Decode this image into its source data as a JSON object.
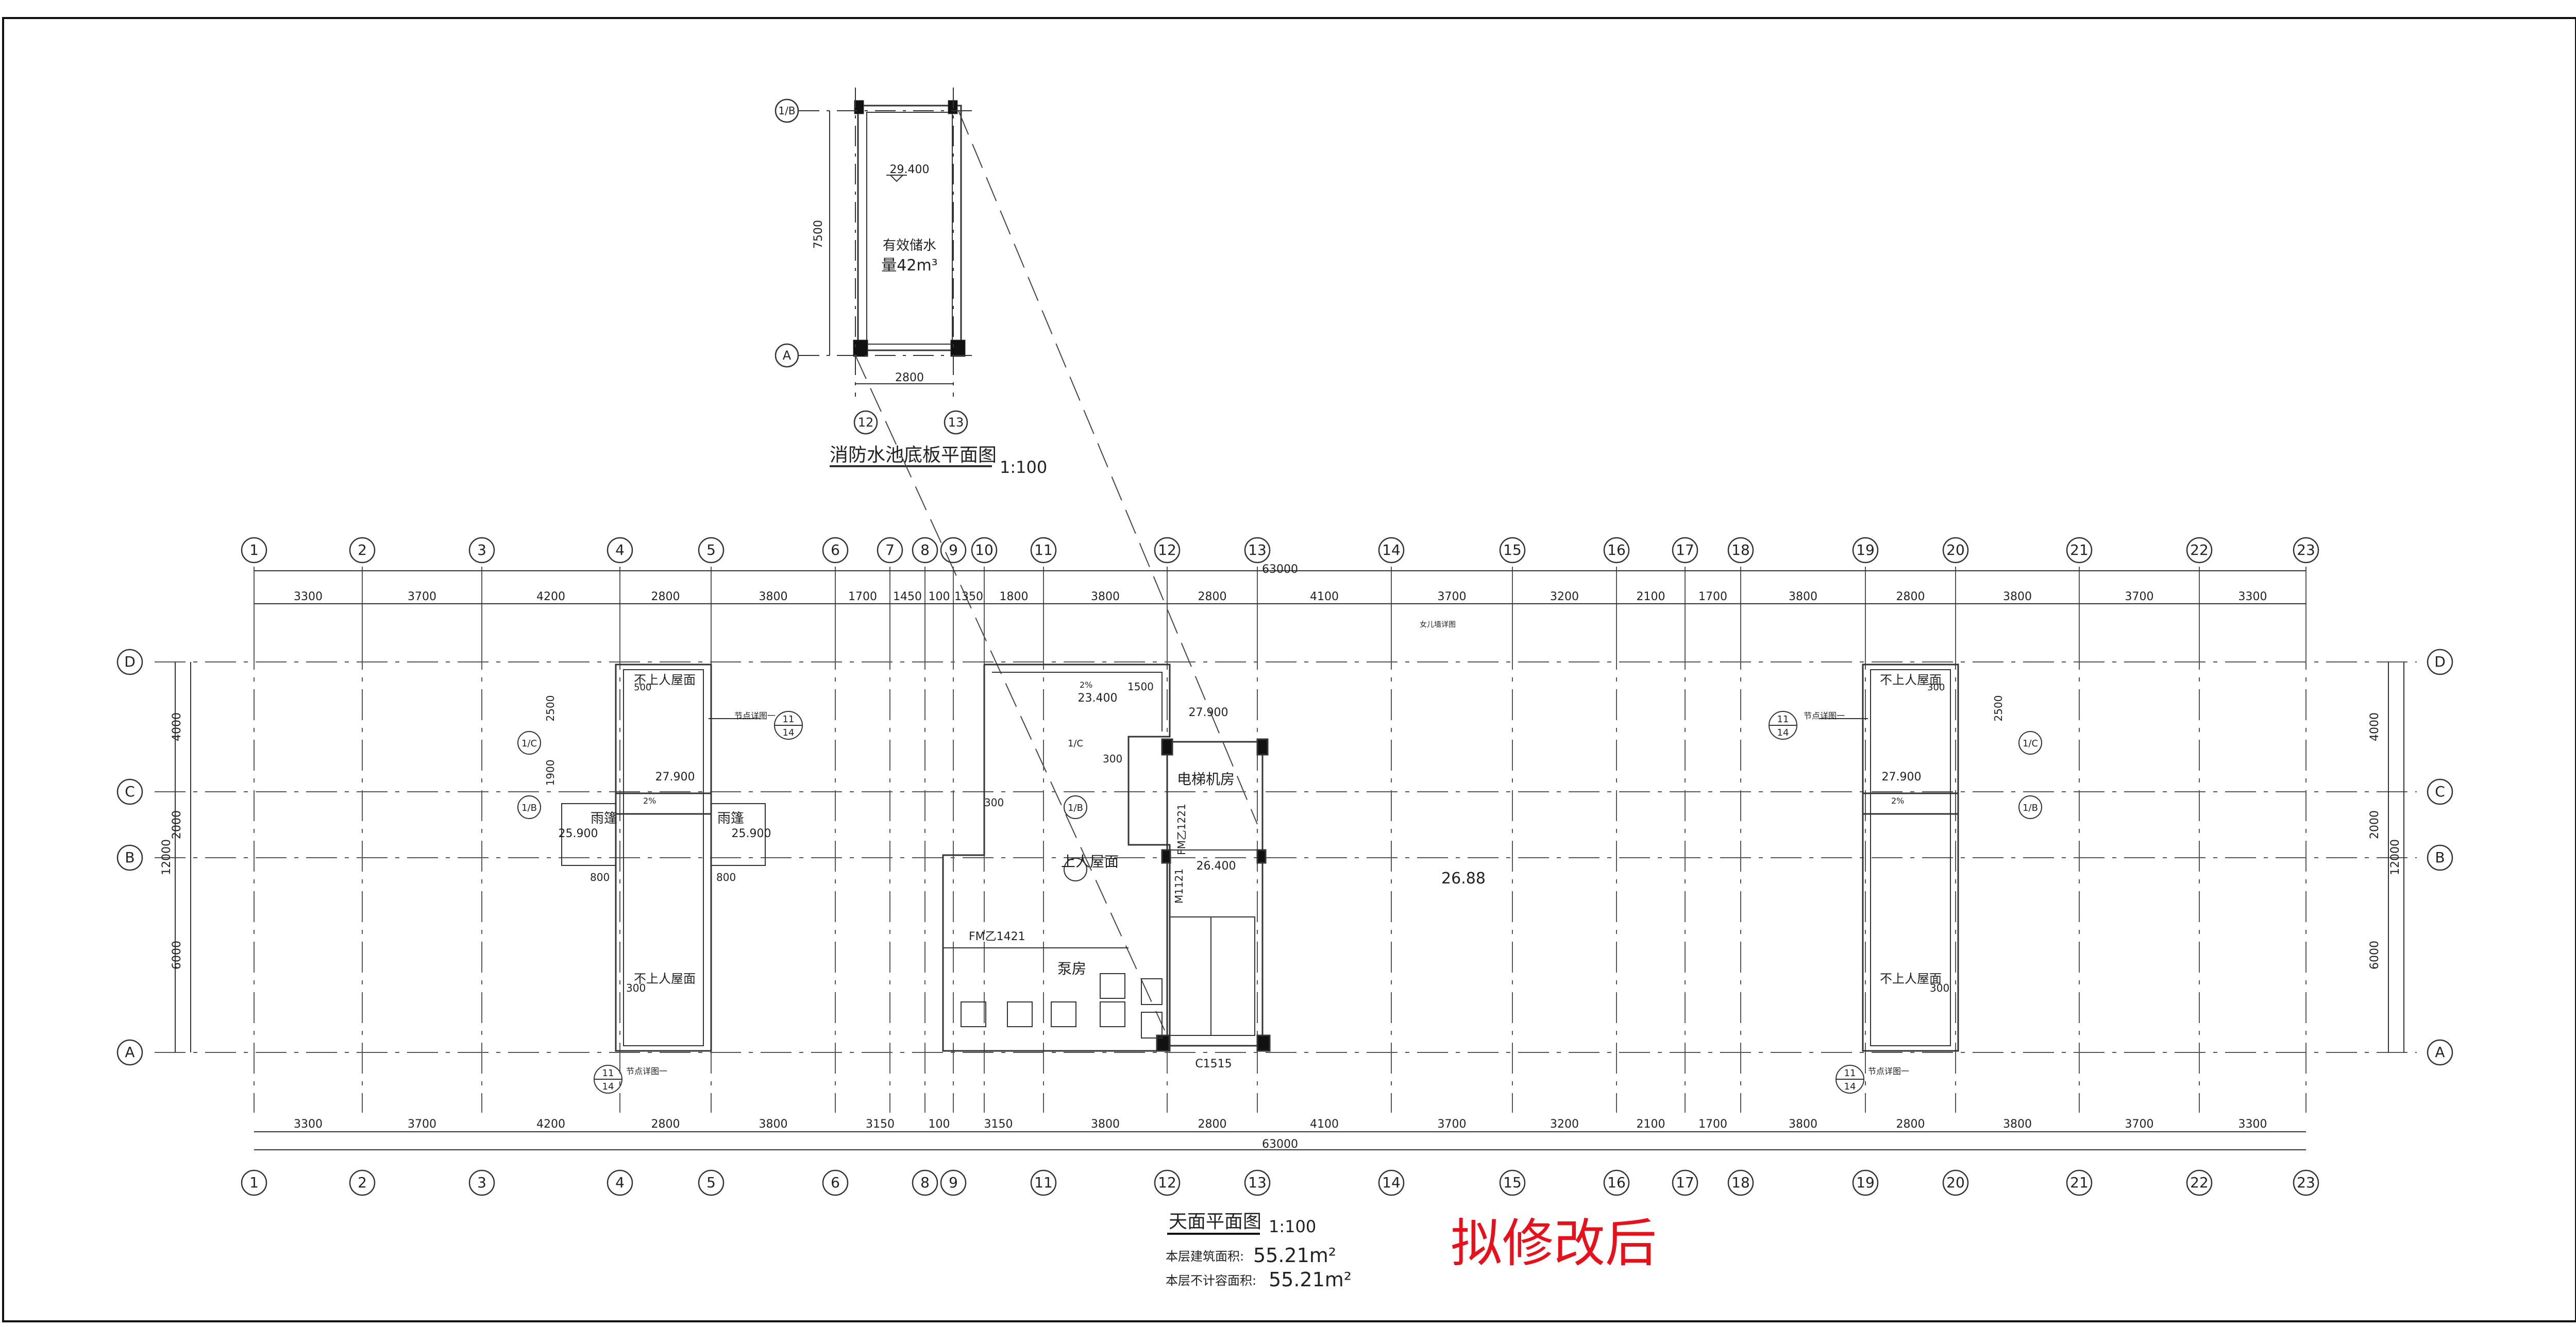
{
  "drawing": {
    "pool_plan": {
      "title": "消防水池底板平面图",
      "scale": "1:100",
      "level": "29.400",
      "storage_line1": "有效储水",
      "storage_line2": "量42m³",
      "dim_vertical": "7500",
      "dim_horizontal": "2800",
      "axis_top": "1/B",
      "axis_bottom": "A",
      "axis_left": "12",
      "axis_right": "13"
    },
    "roof_plan": {
      "title": "天面平面图",
      "scale": "1:100",
      "area_label": "本层建筑面积:",
      "area_value": "55.21m²",
      "excluded_label": "本层不计容面积:",
      "excluded_value": "55.21m²",
      "note": "拟修改后",
      "total_length": "63000",
      "axes": [
        "1",
        "2",
        "3",
        "4",
        "5",
        "6",
        "7",
        "8",
        "9",
        "10",
        "11",
        "12",
        "13",
        "14",
        "15",
        "16",
        "17",
        "18",
        "19",
        "20",
        "21",
        "22",
        "23"
      ],
      "bottom_axes": [
        "1",
        "2",
        "3",
        "4",
        "5",
        "6",
        "8",
        "9",
        "11",
        "12",
        "13",
        "14",
        "15",
        "16",
        "17",
        "18",
        "19",
        "20",
        "21",
        "22",
        "23"
      ],
      "top_spans": [
        "3300",
        "3700",
        "4200",
        "2800",
        "3800",
        "1700",
        "1450",
        "100",
        "1350",
        "1800",
        "3800",
        "2800",
        "4100",
        "3700",
        "3200",
        "2100",
        "1700",
        "3800",
        "2800",
        "3800",
        "3700",
        "3300"
      ],
      "bottom_spans": [
        "3300",
        "3700",
        "4200",
        "2800",
        "3800",
        "3150",
        "100",
        "3150",
        "3800",
        "2800",
        "4100",
        "3700",
        "3200",
        "2100",
        "1700",
        "3800",
        "2800",
        "3800",
        "3700",
        "3300"
      ],
      "row_axes": [
        "D",
        "C",
        "B",
        "A"
      ],
      "row_dims": [
        "4000",
        "2000",
        "6000"
      ],
      "row_total": "12000",
      "rooms": {
        "elevator": "电梯机房",
        "roof_access": "上人屋面",
        "pump": "泵房",
        "no_access": "不上人屋面",
        "canopy": "雨篷"
      },
      "levels": {
        "l27900": "27.900",
        "l25900": "25.900",
        "l26400": "26.400",
        "l23400": "23.400",
        "center": "26.88"
      },
      "tags": {
        "fm1421": "FM乙1421",
        "fm1221": "FM乙1221",
        "m1121": "M1121",
        "c1515": "C1515",
        "detail": "节点详图一",
        "detail_num": "11",
        "detail_sheet": "14",
        "sub_axis_c": "1/C",
        "sub_axis_b": "1/B",
        "slope": "2%",
        "dim300": "300",
        "dim500": "500",
        "dim800": "800",
        "dim1500": "1500",
        "dim2500": "2500",
        "dim1900": "1900",
        "parapet": "女儿墙详图"
      }
    }
  }
}
